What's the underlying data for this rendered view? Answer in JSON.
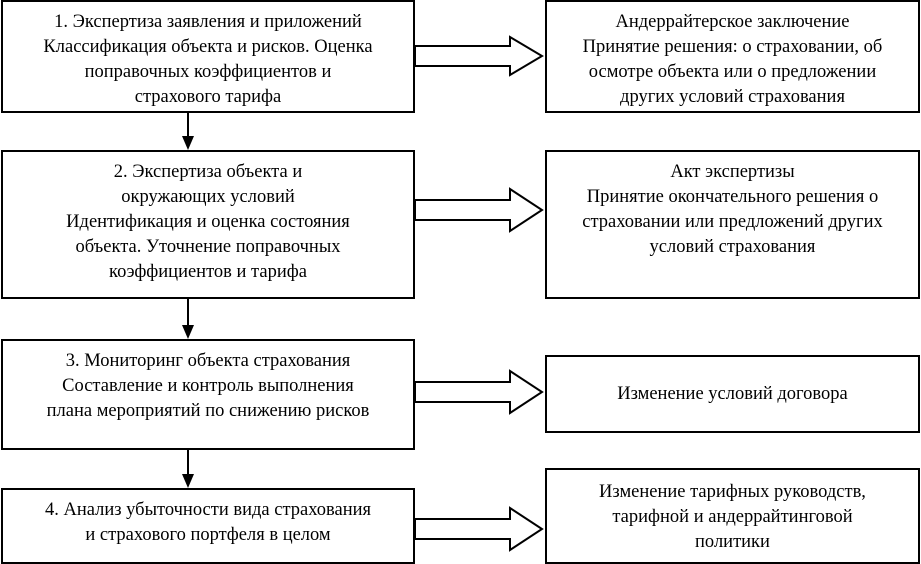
{
  "left_boxes": [
    {
      "lines": [
        "1. Экспертиза заявления и приложений",
        "Классификация объекта и рисков. Оценка",
        "поправочных коэффициентов и",
        "страхового тарифа"
      ]
    },
    {
      "lines": [
        "2. Экспертиза объекта и",
        "окружающих условий",
        "Идентификация и оценка состояния",
        "объекта. Уточнение поправочных",
        "коэффициентов и тарифа"
      ]
    },
    {
      "lines": [
        "3. Мониторинг объекта страхования",
        "Составление и контроль выполнения",
        "плана мероприятий по снижению рисков"
      ]
    },
    {
      "lines": [
        "4. Анализ убыточности вида страхования",
        "и страхового портфеля в целом"
      ]
    }
  ],
  "right_boxes": [
    {
      "lines": [
        "Андеррайтерское заключение",
        "Принятие решения: о страховании, об",
        "осмотре объекта или о предложении",
        "других условий страхования"
      ]
    },
    {
      "lines": [
        "Акт экспертизы",
        "Принятие окончательного решения о",
        "страховании или предложений других",
        "условий страхования"
      ]
    },
    {
      "lines": [
        "Изменение условий договора"
      ]
    },
    {
      "lines": [
        "Изменение тарифных руководств,",
        "тарифной и андеррайтинговой",
        "политики"
      ]
    }
  ]
}
